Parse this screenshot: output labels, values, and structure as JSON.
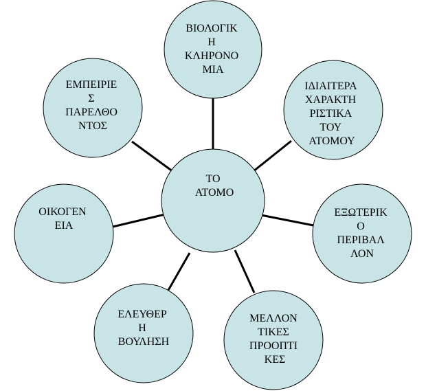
{
  "diagram": {
    "center": {
      "id": "center",
      "lines": [
        "ΤΟ",
        "ΑΤΟΜΟ"
      ]
    },
    "nodes": [
      {
        "id": "biologiki-klironomia",
        "lines": [
          "ΒΙΟΛΟΓΙΚ",
          "Η",
          "ΚΛΗΡΟΝΟ",
          "ΜΙΑ"
        ]
      },
      {
        "id": "idiaitera-xaraktiristika",
        "lines": [
          "ΙΔΙΑΙΤΕΡΑ",
          "ΧΑΡΑΚΤΗ",
          "ΡΙΣΤΙΚΑ",
          "ΤΟΥ",
          "ΑΤΟΜΟΥ"
        ]
      },
      {
        "id": "exoteriko-perivallon",
        "lines": [
          "ΕΞΩΤΕΡΙΚ",
          "Ο",
          "ΠΕΡΙΒΑΛ",
          "ΛΟΝ"
        ]
      },
      {
        "id": "mellontikes-prooptikes",
        "lines": [
          "ΜΕΛΛΟΝ",
          "ΤΙΚΕΣ",
          "ΠΡΟΟΠΤΙ",
          "ΚΕΣ"
        ]
      },
      {
        "id": "eleftheri-voulisi",
        "lines": [
          "ΕΛΕΥΘΕΡ",
          "Η",
          "ΒΟΥΛΗΣΗ"
        ]
      },
      {
        "id": "oikogeneia",
        "lines": [
          "ΟΙΚΟΓΕΝ",
          "ΕΙΑ"
        ]
      },
      {
        "id": "empeiries-parelthontos",
        "lines": [
          "ΕΜΠΕΙΡΙΕ",
          "Σ",
          "ΠΑΡΕΛΘΟ",
          "ΝΤΟΣ"
        ]
      }
    ],
    "colors": {
      "fill": "#c8e4e6",
      "stroke": "#000000",
      "line": "#000000"
    }
  }
}
